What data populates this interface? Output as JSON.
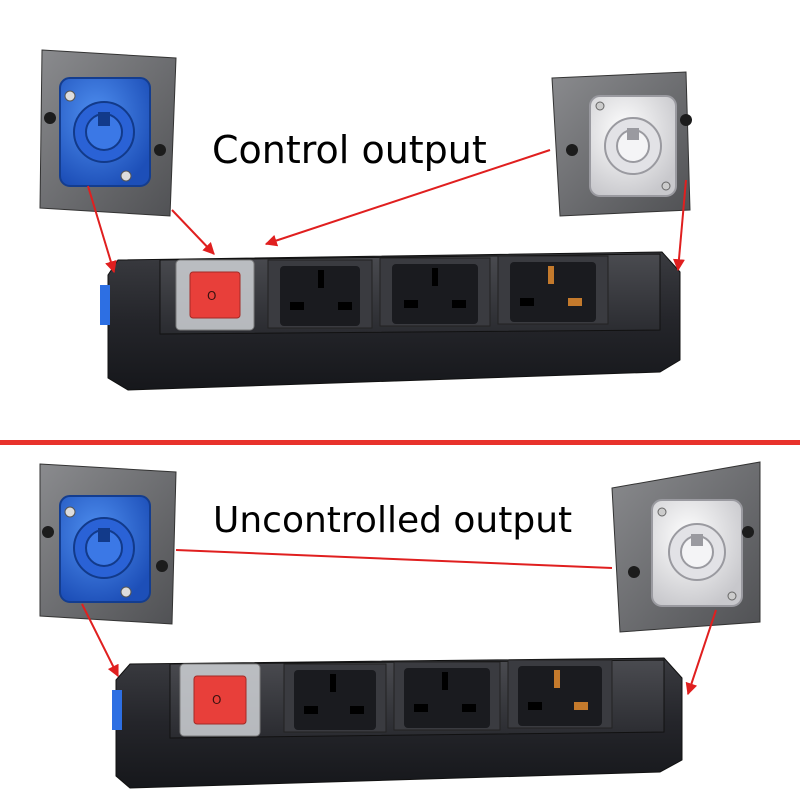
{
  "colors": {
    "divider": "#e8322c",
    "arrow": "#e01f1f",
    "housing": "#2b2c30",
    "plate": "#6c6d70",
    "connector_input": "#2d6fe3",
    "connector_output": "#e8e8ea",
    "switch_red": "#e83f3a"
  },
  "top_panel": {
    "caption": "Control output",
    "input_connector_icon": "blue-powercon-icon",
    "output_connector_icon": "white-powercon-icon",
    "outlets": 3
  },
  "bottom_panel": {
    "caption": "Uncontrolled output",
    "input_connector_icon": "blue-powercon-icon",
    "output_connector_icon": "white-powercon-icon",
    "outlets": 3
  }
}
